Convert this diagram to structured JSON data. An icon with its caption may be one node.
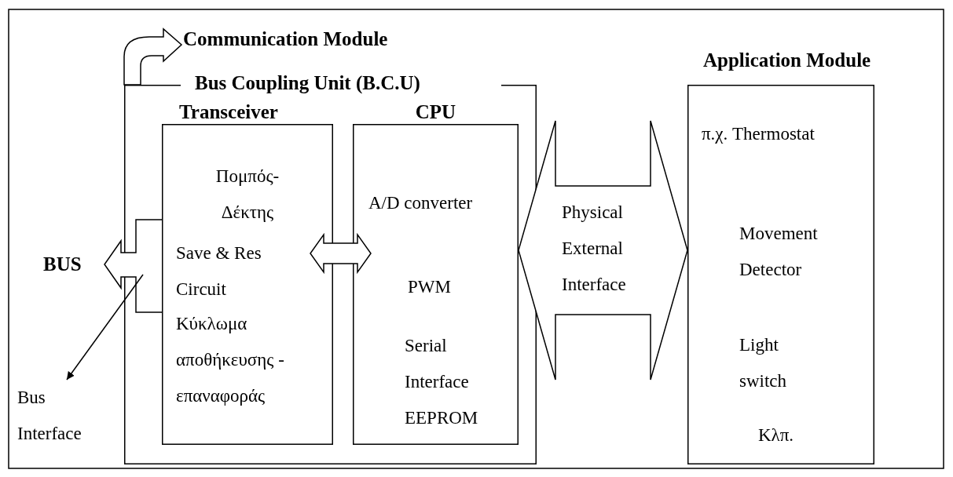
{
  "diagram": {
    "nodes": [
      {
        "text": [
          "Communication Module",
          "Bus Coupling Unit (B.C.U)"
        ]
      },
      {
        "text": [
          "Transceiver",
          "Πομπός- Δέκτης",
          "Save & Res Circuit",
          "Κύκλωμα αποθήκευσης - επαναφοράς"
        ],
        "in": 0
      },
      {
        "text": [
          "CPU",
          "A/D converter",
          "PWM",
          "Serial Interface",
          "EEPROM"
        ],
        "in": 0
      },
      {
        "text": [
          "Application Module",
          "π.χ. Thermostat",
          "Movement Detector",
          "Light switch",
          "Κλπ."
        ]
      },
      {
        "text": [
          "BUS"
        ]
      },
      {
        "text": [
          "Bus Interface"
        ]
      }
    ],
    "edges": [
      {
        "from": 1,
        "to": 2,
        "arrow": "both"
      },
      {
        "from": 2,
        "to": 3,
        "arrow": "both",
        "label": "Physical External Interface"
      },
      {
        "from": 1,
        "to": 4,
        "arrow": "to"
      },
      {
        "from": null,
        "to": 5,
        "arrow": "to"
      }
    ]
  }
}
